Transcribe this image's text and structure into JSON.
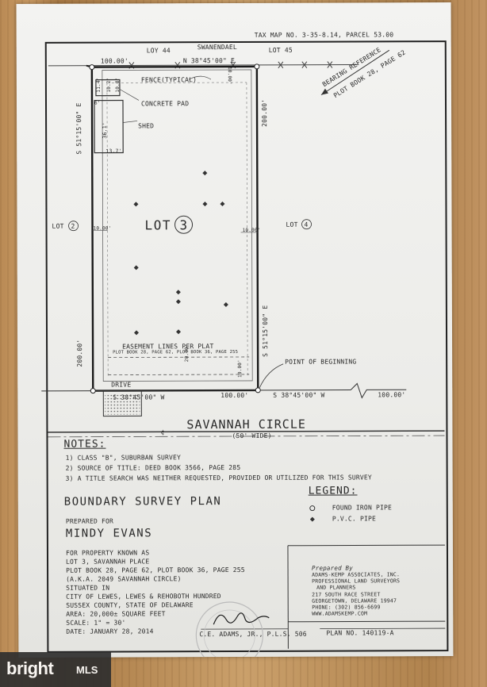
{
  "header": {
    "tax_map": "TAX MAP NO. 3-35-8.14, PARCEL 53.00"
  },
  "top_labels": {
    "lot44": "LOY 44",
    "swanendael": "SWANENDAEL",
    "lot45": "LOT 45"
  },
  "bearing_ref": {
    "line1": "BEARING REFERENCE",
    "line2": "PLOT BOOK 28, PAGE 62"
  },
  "plat": {
    "north_dist": "100.00'",
    "north_bearing": "N 38°45'00\" E",
    "east_bearing": "S 51°15'00\" E",
    "east_dist": "200.00'",
    "west_bearing": "S 51°15'00\" E",
    "west_dist": "200.00'",
    "south_bearing": "S 38°45'00\" W",
    "south_dist": "100.00'",
    "south_bearing2": "S 38°45'00\" W",
    "south_dist2": "100.00'",
    "fence": "FENCE(TYPICAL)",
    "concrete_pad": "CONCRETE PAD",
    "shed": "SHED",
    "lot_main": "LOT",
    "lot_main_num": "3",
    "lot_left": "LOT",
    "lot_left_num": "2",
    "lot_right": "LOT",
    "lot_right_num": "4",
    "setback_left": "10.00'",
    "setback_right": "10.00'",
    "setback_top": "10.00'",
    "setback_bottom_l": "20.00'",
    "setback_bottom_r": "10.00'",
    "shed_d1": "11.4'",
    "shed_d2": "10.2'",
    "shed_d3": "10.8'",
    "shed_d4": "6'",
    "shed_d5": "36.1'",
    "shed_d6": "13.7'",
    "easement": "EASEMENT LINES PER PLAT",
    "easement_ref": "PLOT BOOK 28, PAGE 62, PLOT BOOK 36, PAGE 255",
    "pob": "POINT OF BEGINNING",
    "drive": "DRIVE"
  },
  "street": {
    "name": "SAVANNAH CIRCLE",
    "width": "(50' WIDE)",
    "cl": "¢"
  },
  "notes": {
    "title": "NOTES:",
    "items": [
      "1) CLASS \"B\", SUBURBAN SURVEY",
      "2) SOURCE OF TITLE: DEED BOOK 3566, PAGE 285",
      "3) A TITLE SEARCH WAS NEITHER REQUESTED, PROVIDED OR UTILIZED FOR THIS SURVEY"
    ]
  },
  "legend": {
    "title": "LEGEND:",
    "iron": "FOUND IRON PIPE",
    "pvc": "P.V.C. PIPE"
  },
  "plan": {
    "title": "BOUNDARY SURVEY PLAN",
    "prepared_for": "PREPARED FOR",
    "client": "MINDY EVANS",
    "lines": [
      "FOR PROPERTY KNOWN AS",
      "LOT 3, SAVANNAH PLACE",
      "PLOT BOOK 28, PAGE 62, PLOT BOOK 36, PAGE 255",
      "(A.K.A. 2049 SAVANNAH CIRCLE)",
      "SITUATED IN",
      "CITY OF LEWES, LEWES & REHOBOTH HUNDRED",
      "SUSSEX COUNTY, STATE OF DELAWARE",
      "AREA: 20,000± SQUARE FEET",
      "SCALE: 1\" = 30'",
      "DATE: JANUARY 28, 2014"
    ],
    "surveyor": "C.E. ADAMS, JR., P.L.S. 506",
    "plan_no": "PLAN NO. 140119-A"
  },
  "firm": {
    "prepared_by": "Prepared By",
    "lines": [
      "ADAMS-KEMP ASSOCIATES, INC.",
      "PROFESSIONAL LAND SURVEYORS",
      "AND PLANNERS",
      "217 SOUTH RACE STREET",
      "GEORGETOWN, DELAWARE 19947",
      "PHONE: (302) 856-6699",
      "WWW.ADAMSKEMP.COM"
    ]
  },
  "signature": "C.E. Adams",
  "watermark": {
    "brand": "bright",
    "suffix": "MLS"
  }
}
